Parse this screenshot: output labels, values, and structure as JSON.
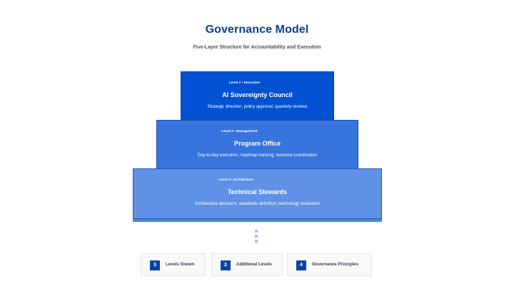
{
  "header": {
    "title": "Governance Model",
    "subtitle": "Five-Layer Structure for Accountability and Execution"
  },
  "layers": [
    {
      "level": "Level 1 • Executive",
      "name": "AI Sovereignty Council",
      "description": "Strategic direction, policy approval, quarterly reviews",
      "color": "#0151d2"
    },
    {
      "level": "Level 2 • Management",
      "name": "Program Office",
      "description": "Day-to-day execution, roadmap tracking, resource coordination",
      "color": "#3774dd"
    },
    {
      "level": "Level 3 • Architecture",
      "name": "Technical Stewards",
      "description": "Architecture decisions, standards definition, technology evaluation",
      "color": "#5f91e6"
    }
  ],
  "stats": [
    {
      "value": "3",
      "label": "Levels Shown"
    },
    {
      "value": "2",
      "label": "Additional Levels"
    },
    {
      "value": "4",
      "label": "Governance Principles"
    }
  ],
  "colors": {
    "title": "#0a3d9c",
    "badge": "#0a44a8",
    "continuation_dots": "#a8c3ee"
  }
}
